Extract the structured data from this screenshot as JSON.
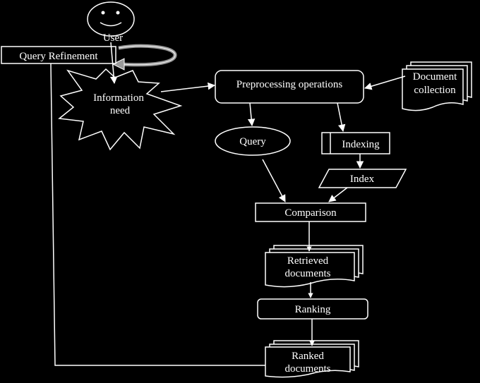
{
  "diagram": {
    "nodes": {
      "user": "User",
      "query_refinement": "Query Refinement",
      "information_need_line1": "Information",
      "information_need_line2": "need",
      "preprocessing": "Preprocessing operations",
      "document_collection_line1": "Document",
      "document_collection_line2": "collection",
      "query": "Query",
      "indexing": "Indexing",
      "index": "Index",
      "comparison": "Comparison",
      "retrieved_line1": "Retrieved",
      "retrieved_line2": "documents",
      "ranking": "Ranking",
      "ranked_line1": "Ranked",
      "ranked_line2": "documents"
    },
    "colors": {
      "background": "#000000",
      "foreground": "#ffffff",
      "accent_loop": "#9a9a9a"
    }
  }
}
